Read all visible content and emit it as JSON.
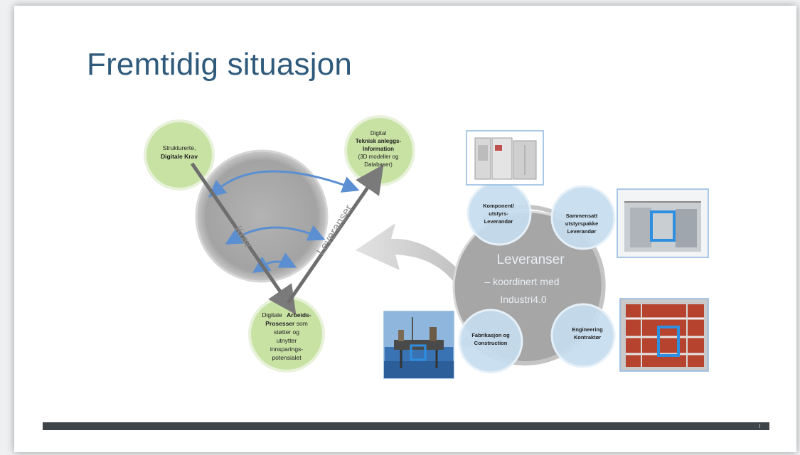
{
  "title": "Fremtidig situasjon",
  "left_diagram": {
    "circle_tl": {
      "line1": "Strukturerte,",
      "line2": "Digitale Krav"
    },
    "circle_tr": {
      "line1": "Digital",
      "line2": "Teknisk anleggs-",
      "line3": "Information",
      "line4": "(3D modeller og",
      "line5": "Databaser)"
    },
    "circle_bottom": {
      "line1a": "Digitale",
      "line1b": "Arbeids-",
      "line2a": "Prosesser",
      "line2b": " som",
      "line3": "støtter og",
      "line4": "utnytter",
      "line5": "innsparings-",
      "line6": "potensialet"
    },
    "arrow_left_label": "Krav",
    "arrow_right_label": "Leveranser"
  },
  "right_diagram": {
    "center": {
      "line1": "Leveranser",
      "line2": "– koordinert med",
      "line3": "Industri4.0"
    },
    "node_top": {
      "line1": "Komponent/",
      "line2": "utstyrs-",
      "line3": "Leverandør"
    },
    "node_right": {
      "line1": "Sammensatt",
      "line2": "utstyrspakke",
      "line3": "Leverandør"
    },
    "node_bottom_right": {
      "line1": "Engineering",
      "line2": "Kontraktør"
    },
    "node_left": {
      "line1": "Fabrikasjon og",
      "line2": "Construction"
    }
  },
  "colors": {
    "title": "#2f5a7b",
    "green_circle": "#c8e2a4",
    "gray_circle": "#a6a6a6",
    "blue_arc": "#5b8fd1",
    "light_blue_node": "#c5dcee",
    "bottom_bar": "#3f4449"
  },
  "icons": [
    "equipment-cabinet-image",
    "equipment-package-image",
    "offshore-platform-image",
    "engineering-structure-image"
  ]
}
